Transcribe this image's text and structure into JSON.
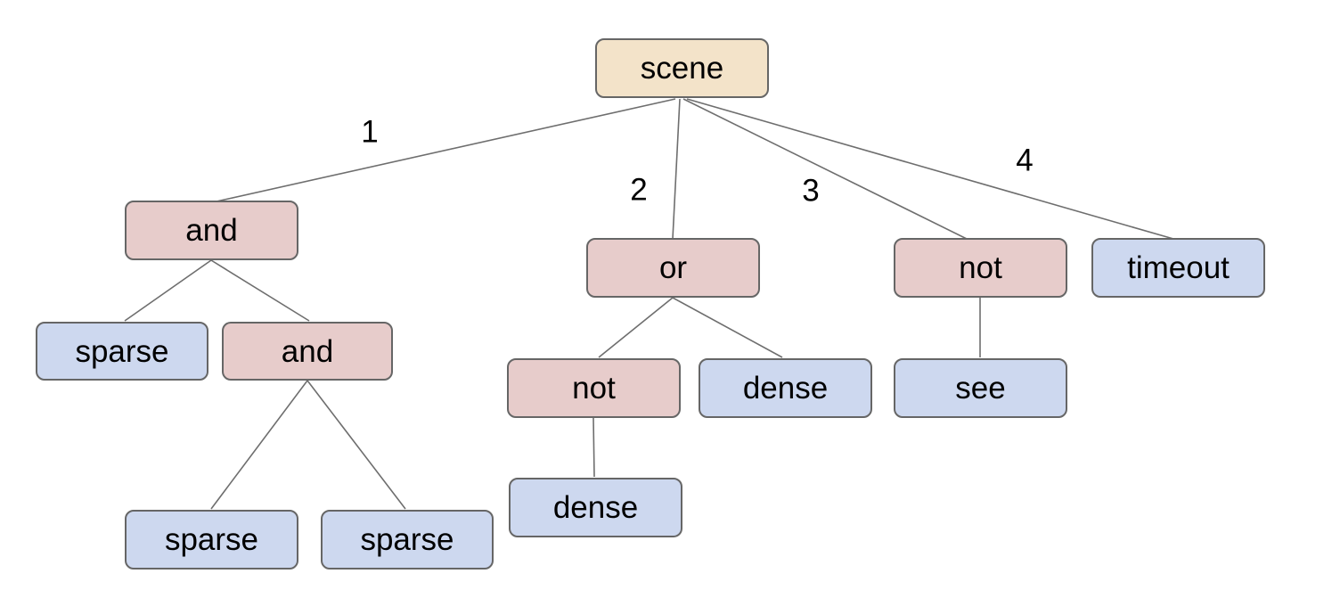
{
  "diagram_type": "behavior-tree",
  "colors": {
    "background": "#ffffff",
    "root_fill": "#f3e3c9",
    "operator_fill": "#e7cccb",
    "leaf_fill": "#cdd8ef",
    "border": "#666666",
    "edge_line": "#6e6e6e",
    "text": "#000000"
  },
  "nodes": {
    "scene": {
      "label": "scene",
      "type": "root"
    },
    "and_1": {
      "label": "and",
      "type": "operator"
    },
    "or_1": {
      "label": "or",
      "type": "operator"
    },
    "not_1": {
      "label": "not",
      "type": "operator"
    },
    "timeout_1": {
      "label": "timeout",
      "type": "leaf"
    },
    "sparse_1": {
      "label": "sparse",
      "type": "leaf"
    },
    "and_2": {
      "label": "and",
      "type": "operator"
    },
    "not_2": {
      "label": "not",
      "type": "operator"
    },
    "dense_1": {
      "label": "dense",
      "type": "leaf"
    },
    "see_1": {
      "label": "see",
      "type": "leaf"
    },
    "sparse_2": {
      "label": "sparse",
      "type": "leaf"
    },
    "sparse_3": {
      "label": "sparse",
      "type": "leaf"
    },
    "dense_2": {
      "label": "dense",
      "type": "leaf"
    }
  },
  "edges": [
    {
      "from": "scene",
      "to": "and_1",
      "label": "1"
    },
    {
      "from": "scene",
      "to": "or_1",
      "label": "2"
    },
    {
      "from": "scene",
      "to": "not_1",
      "label": "3"
    },
    {
      "from": "scene",
      "to": "timeout_1",
      "label": "4"
    },
    {
      "from": "and_1",
      "to": "sparse_1",
      "label": ""
    },
    {
      "from": "and_1",
      "to": "and_2",
      "label": ""
    },
    {
      "from": "and_2",
      "to": "sparse_2",
      "label": ""
    },
    {
      "from": "and_2",
      "to": "sparse_3",
      "label": ""
    },
    {
      "from": "or_1",
      "to": "not_2",
      "label": ""
    },
    {
      "from": "or_1",
      "to": "dense_1",
      "label": ""
    },
    {
      "from": "not_2",
      "to": "dense_2",
      "label": ""
    },
    {
      "from": "not_1",
      "to": "see_1",
      "label": ""
    }
  ]
}
